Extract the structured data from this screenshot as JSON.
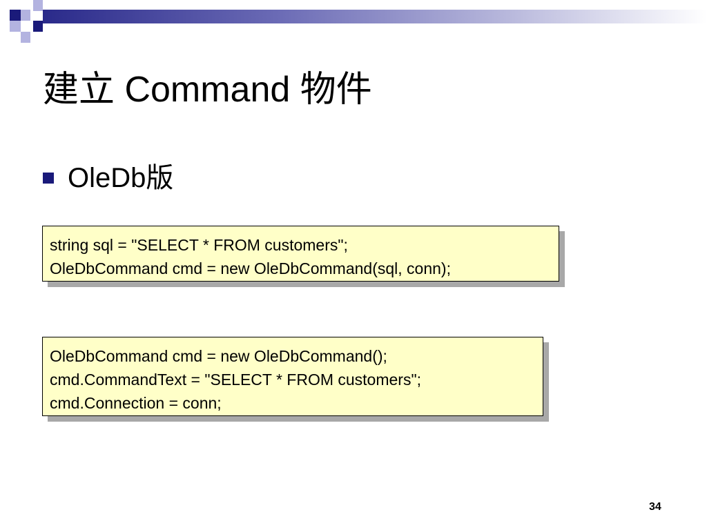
{
  "slide": {
    "title": "建立 Command 物件",
    "bullet": "OleDb版",
    "code_block_1": [
      "string sql = \"SELECT * FROM customers\";",
      "OleDbCommand cmd = new OleDbCommand(sql, conn);"
    ],
    "code_block_2": [
      "OleDbCommand cmd = new OleDbCommand();",
      "cmd.CommandText = \"SELECT * FROM customers\";",
      "cmd.Connection = conn;"
    ],
    "page_number": "34"
  },
  "colors": {
    "accent": "#1a1a7a",
    "code_background": "#ffffc8",
    "shadow": "#a8a8a8"
  }
}
